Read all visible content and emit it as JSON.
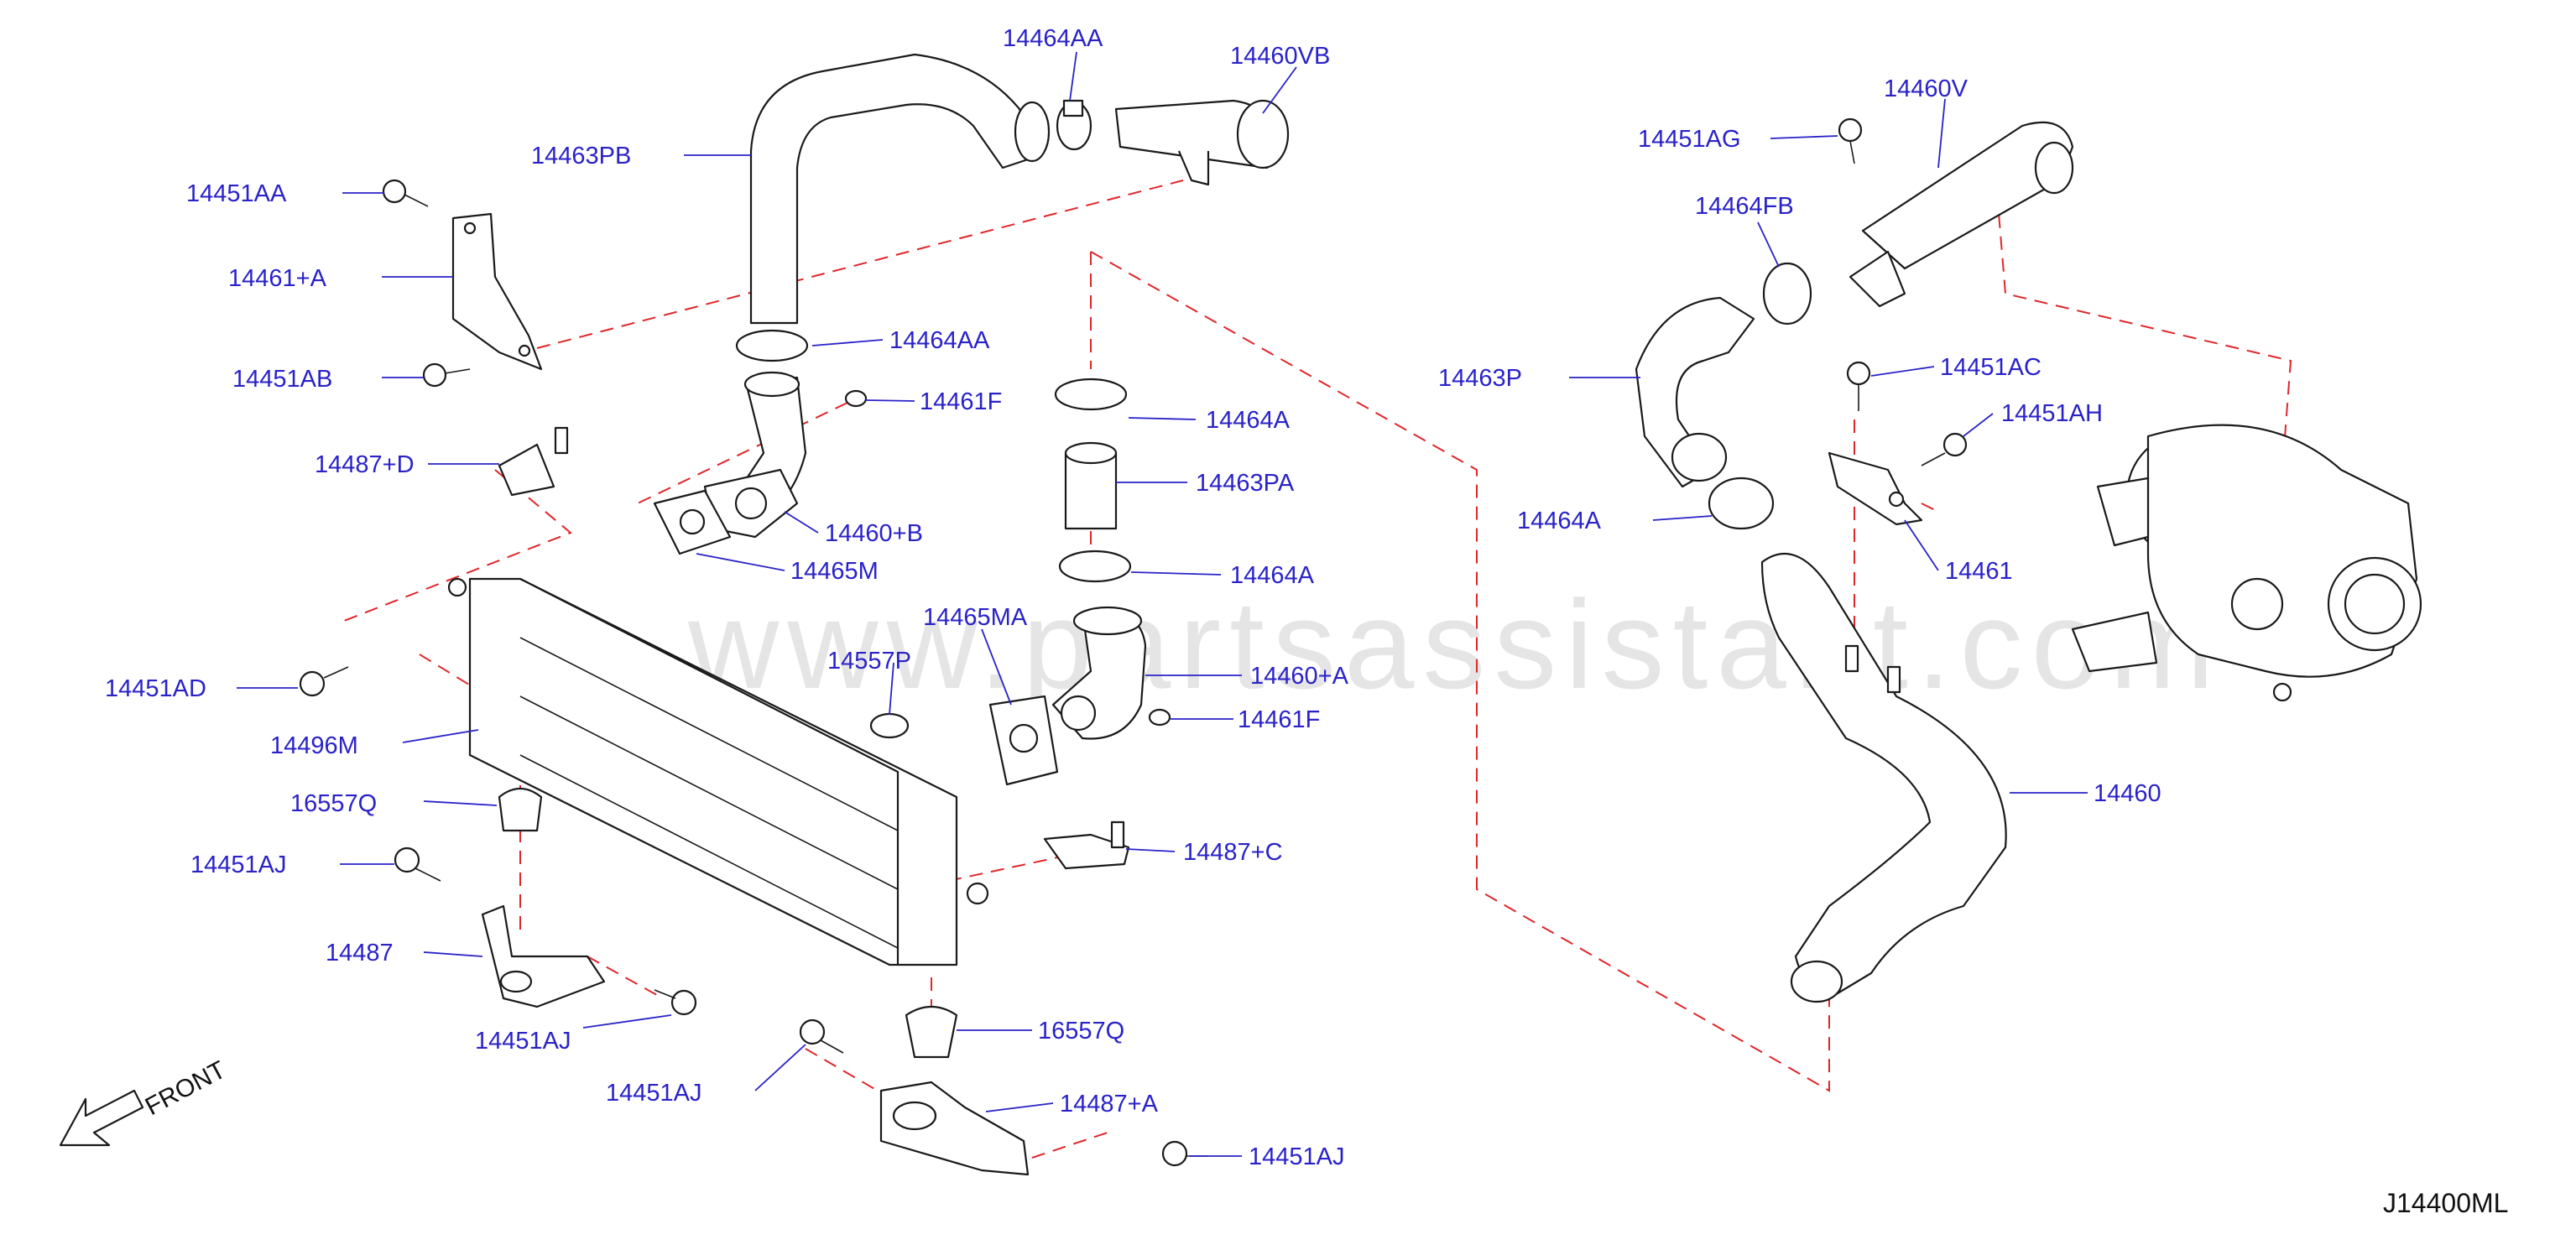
{
  "watermark": "www.partsassistant.com",
  "diagram_code": "J14400ML",
  "front_label": "FRONT",
  "colors": {
    "label": "#2a22c8",
    "dash": "#e0262a",
    "line": "#1a1a1a",
    "watermark": "#cfcfcf"
  },
  "labels": [
    "14464AA",
    "14460VB",
    "14463PB",
    "14451AA",
    "14461+A",
    "14451AB",
    "14464AA",
    "14461F",
    "14487+D",
    "14460+B",
    "14465M",
    "14464A",
    "14463PA",
    "14464A",
    "14465MA",
    "14557P",
    "14460+A",
    "14461F",
    "14451AD",
    "14496M",
    "16557Q",
    "14451AJ",
    "14487",
    "14451AJ",
    "14451AJ",
    "16557Q",
    "14487+C",
    "14487+A",
    "14451AJ",
    "14460V",
    "14451AG",
    "14464FB",
    "14463P",
    "14451AC",
    "14451AH",
    "14464A",
    "14461",
    "14460"
  ]
}
